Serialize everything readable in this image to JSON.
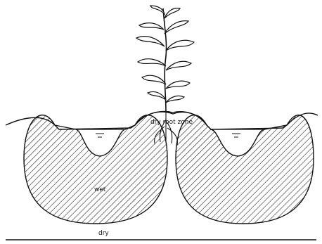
{
  "labels": {
    "root_zone": "dry root zone",
    "wet": "wet",
    "dry": "dry"
  },
  "colors": {
    "line": "#111111",
    "background": "#ffffff"
  }
}
